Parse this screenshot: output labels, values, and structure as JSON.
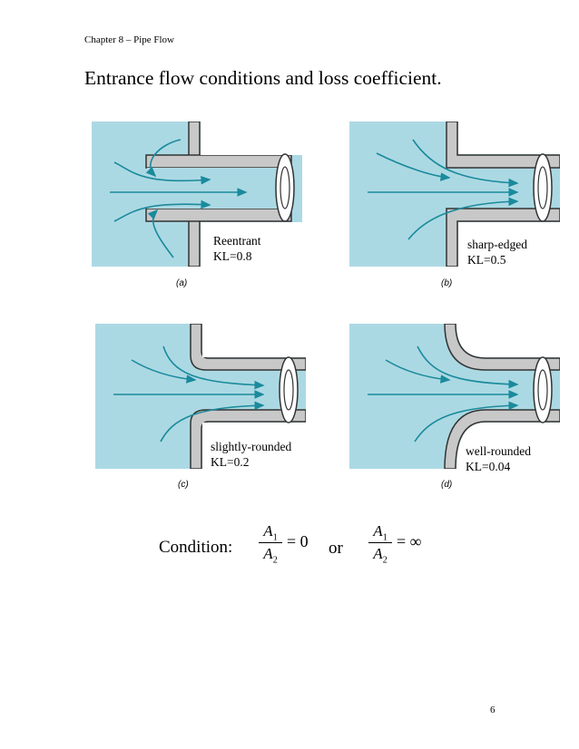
{
  "header": "Chapter 8 – Pipe Flow",
  "heading": "Entrance flow conditions and loss coefficient.",
  "colors": {
    "fluid": "#abd9e3",
    "pipe_wall": "#c8c8c8",
    "streamline": "#1a8a9c"
  },
  "panels": [
    {
      "label": "(a)",
      "name": "Reentrant",
      "kl": "KL=0.8"
    },
    {
      "label": "(b)",
      "name": "sharp-edged",
      "kl": "KL=0.5"
    },
    {
      "label": "(c)",
      "name": "slightly-rounded",
      "kl": "KL=0.2"
    },
    {
      "label": "(d)",
      "name": "well-rounded",
      "kl": "KL=0.04"
    }
  ],
  "condition": {
    "label": "Condition:",
    "numerator": "A",
    "numerator_sub": "1",
    "denominator": "A",
    "denominator_sub": "2",
    "eq1": "= 0",
    "or": "or",
    "eq2": "= ∞"
  },
  "page_number": "6"
}
